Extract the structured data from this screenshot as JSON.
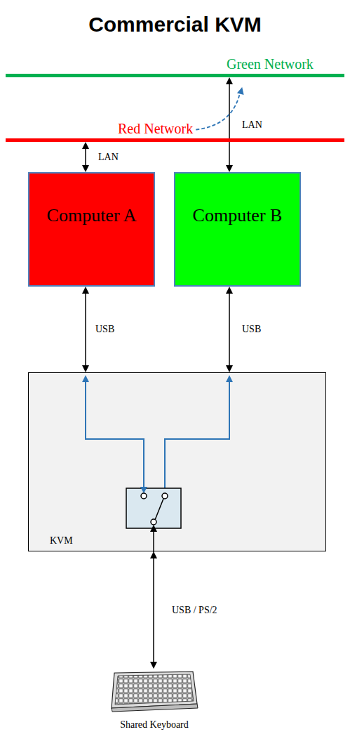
{
  "diagram": {
    "title": "Commercial KVM",
    "nodes": [
      {
        "text": [
          "Green Network"
        ]
      },
      {
        "text": [
          "Red Network"
        ]
      },
      {
        "text": [
          "Computer A"
        ]
      },
      {
        "text": [
          "Computer B"
        ]
      },
      {
        "text": [
          "KVM"
        ]
      },
      {
        "text": [
          "Shared Keyboard"
        ]
      }
    ],
    "edges": [
      {
        "from": 1,
        "to": 2,
        "arrow": "both",
        "label": "LAN"
      },
      {
        "from": 0,
        "to": 3,
        "arrow": "both",
        "label": "LAN"
      },
      {
        "from": 2,
        "to": 4,
        "arrow": "both",
        "label": "USB"
      },
      {
        "from": 3,
        "to": 4,
        "arrow": "both",
        "label": "USB"
      },
      {
        "from": 4,
        "to": 5,
        "arrow": "both",
        "label": "USB / PS/2"
      },
      {
        "from": 1,
        "to": 0,
        "arrow": "to"
      }
    ]
  }
}
